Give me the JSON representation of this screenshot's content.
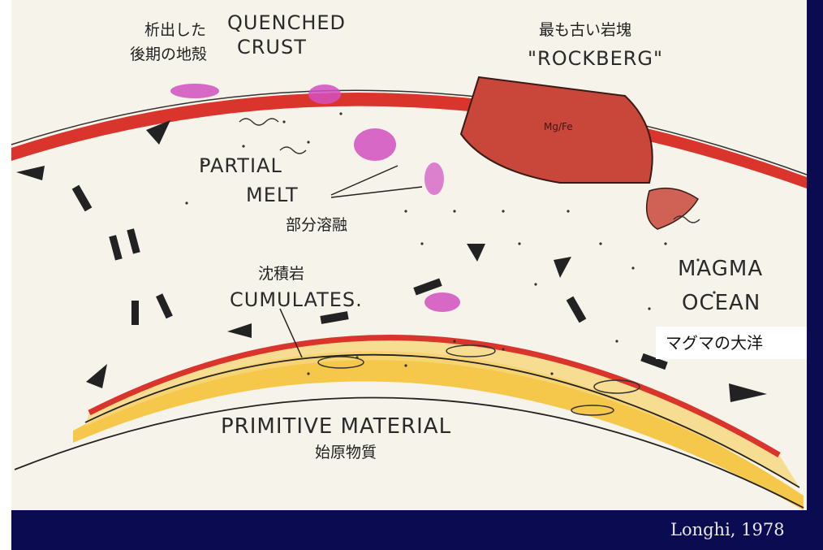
{
  "labels": {
    "quenched_crust_jp": [
      "析出した",
      "後期の地殻"
    ],
    "quenched_crust_en": [
      "QUENCHED",
      "CRUST"
    ],
    "rockberg_jp": "最も古い岩塊",
    "rockberg_en": "\"ROCKBERG\"",
    "partial_melt_en": [
      "PARTIAL",
      "MELT"
    ],
    "partial_melt_jp": "部分溶融",
    "cumulates_jp": "沈積岩",
    "cumulates_en": "CUMULATES.",
    "magma_ocean_en": [
      "MAGMA",
      "OCEAN"
    ],
    "magma_ocean_jp": "マグマの大洋",
    "primitive_en": "PRIMITIVE MATERIAL",
    "primitive_jp": "始原物質",
    "mgfe": "Mg/Fe"
  },
  "credit": "Longhi, 1978",
  "colors": {
    "crust_red": "#d9352c",
    "rockberg_red": "#c8473a",
    "partial_melt_magenta": "#d24fc0",
    "primitive_yellow": "#f4c542",
    "frame_navy": "#0b0b52",
    "paper": "#f6f3ea"
  }
}
